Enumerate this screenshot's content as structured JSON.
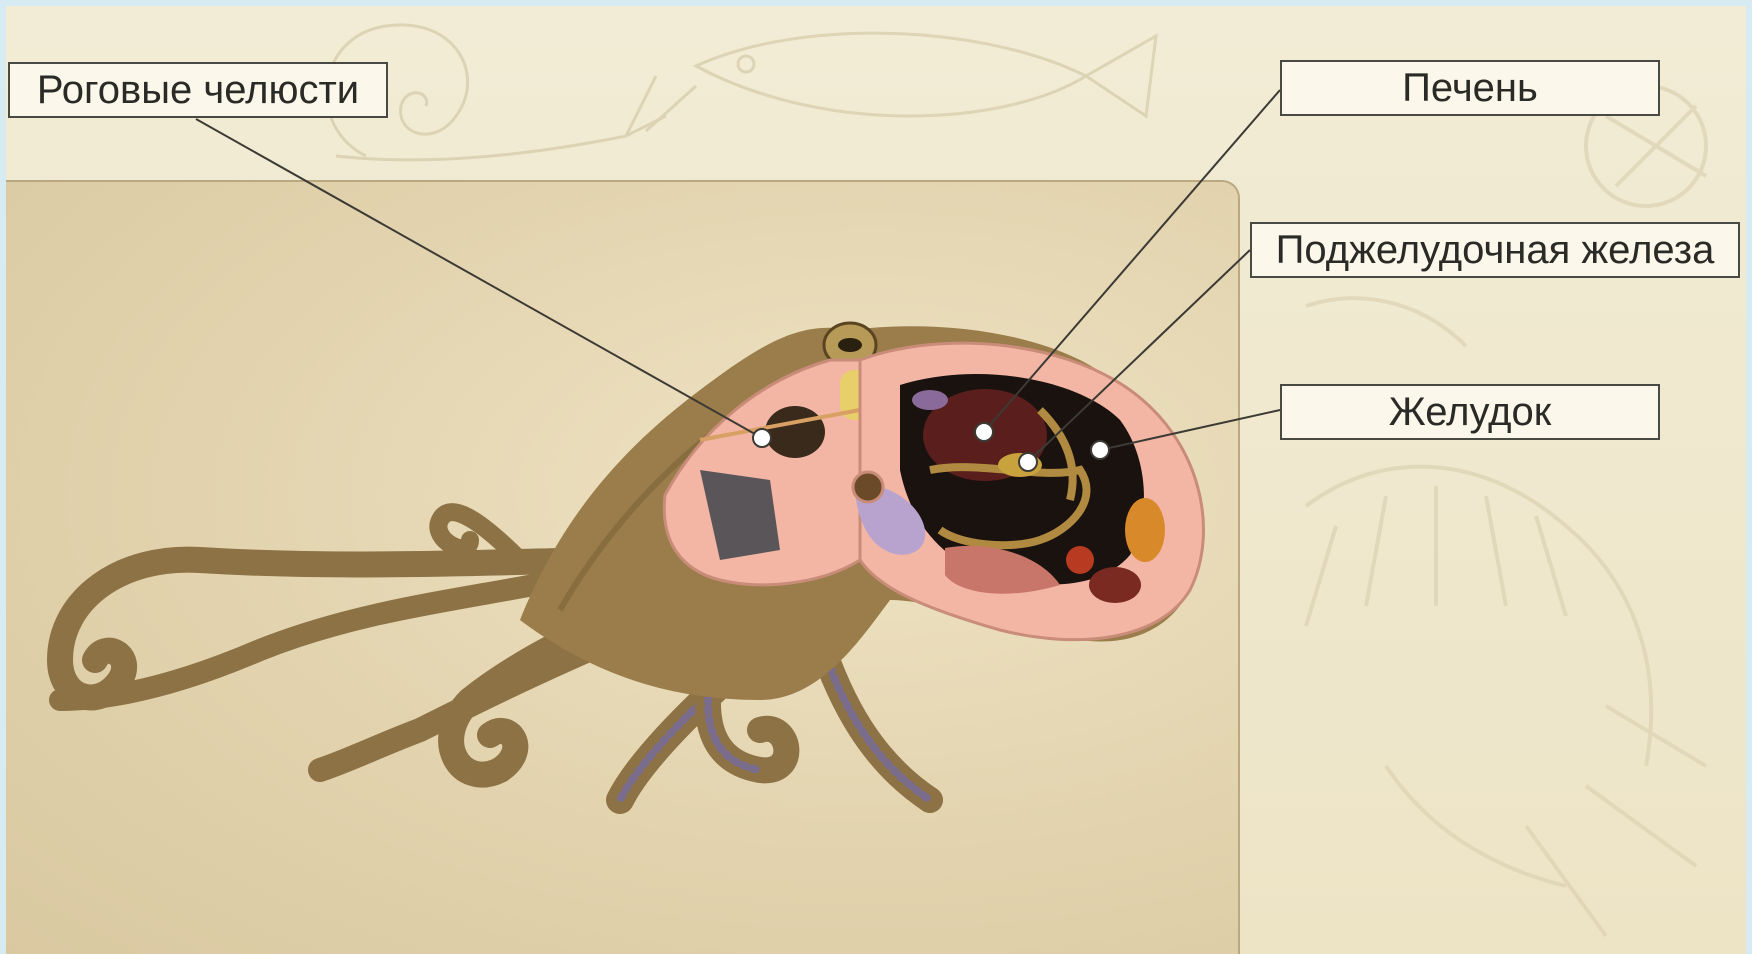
{
  "labels": {
    "horny_jaws": "Роговые челюсти",
    "liver": "Печень",
    "pancreas": "Поджелудочная железа",
    "stomach": "Желудок"
  },
  "colors": {
    "page_border": "#d6ecf2",
    "background": "#efe6ca",
    "panel": "#e2d3ae",
    "octopus_skin": "#9a7d4a",
    "mantle_lining": "#f3b6a4",
    "cavity": "#1a120e",
    "liver": "#5a1f1c",
    "leader_line": "#3c3a34"
  },
  "icons": [
    "octopus-illustration",
    "snail-sketch",
    "fish-sketch",
    "skeleton-sketch"
  ]
}
